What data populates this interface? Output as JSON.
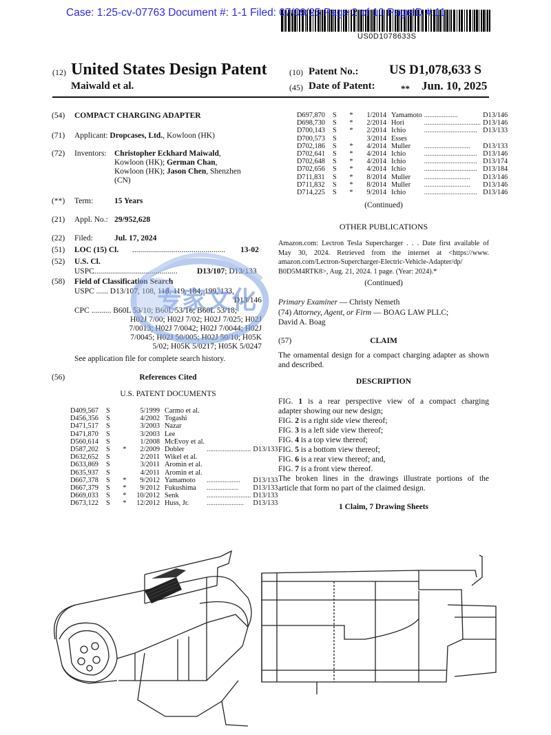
{
  "case_header": "Case: 1:25-cv-07763 Document #: 1-1 Filed: 07/09/25 Page 2 of 10 PageID #:11",
  "barcode_text": "US0D1078633S",
  "header": {
    "num12": "(12)",
    "title": "United States Design Patent",
    "inventors_short": "Maiwald et al.",
    "num10": "(10)",
    "patent_no_label": "Patent No.:",
    "patent_no": "US D1,078,633 S",
    "num45": "(45)",
    "date_label": "Date of Patent:",
    "date_stars": "**",
    "date": "Jun. 10, 2025"
  },
  "left": {
    "f54": {
      "code": "(54)",
      "text": "COMPACT CHARGING ADAPTER"
    },
    "f71": {
      "code": "(71)",
      "label": "Applicant:",
      "name": "Dropcases, Ltd.",
      "place": ", Kowloon (HK)"
    },
    "f72": {
      "code": "(72)",
      "label": "Inventors:",
      "l1a": "Christopher Eckhard Maiwald",
      "l1b": ",",
      "l2a": "Kowloon (HK); ",
      "l2b": "German Chan",
      "l2c": ",",
      "l3a": "Kowloon (HK); ",
      "l3b": "Jason Chen",
      "l3c": ", Shenzhen",
      "l4": "(CN)"
    },
    "fterm": {
      "code": "(**)",
      "label": "Term:",
      "value": "15 Years"
    },
    "f21": {
      "code": "(21)",
      "label": "Appl. No.:",
      "value": "29/952,628"
    },
    "f22": {
      "code": "(22)",
      "label": "Filed:",
      "value": "Jul. 17, 2024"
    },
    "f51": {
      "code": "(51)",
      "label": "LOC (15) Cl.",
      "dots": "...............................................",
      "value": "13-02"
    },
    "f52": {
      "code": "(52)",
      "label": "U.S. Cl.",
      "uspc": "USPC",
      "dots": "...........................................",
      "v1": "D13/107",
      "v2": "; D13/133"
    },
    "f58": {
      "code": "(58)",
      "label": "Field of Classification Search",
      "uspc_line1": "USPC ...... D13/107, 108, 118, 119, 184, 199, 133,",
      "uspc_line2": "D13/146",
      "cpc_lines": [
        "CPC .......... B60L 53/10; B60L 53/16; B60L 53/18;",
        "H02J 7/00; H02J 7/02; H02J 7/025; H02J",
        "7/0013; H02J 7/0042; H02J 7/0044; H02J",
        "7/0045; H02J 50/005; H02J 50/10; H05K",
        "5/02; H05K 5/0217; H05K 5/0247"
      ],
      "see": "See application file for complete search history."
    },
    "f56": {
      "code": "(56)",
      "label": "References Cited",
      "sub": "U.S. PATENT DOCUMENTS"
    },
    "refs": [
      {
        "num": "D409,567",
        "s": "S",
        "star": "",
        "date": "5/1999",
        "name": "Carmo et al.",
        "dots": "",
        "cls": ""
      },
      {
        "num": "D456,356",
        "s": "S",
        "star": "",
        "date": "4/2002",
        "name": "Togashi",
        "dots": "",
        "cls": ""
      },
      {
        "num": "D471,517",
        "s": "S",
        "star": "",
        "date": "3/2003",
        "name": "Nazar",
        "dots": "",
        "cls": ""
      },
      {
        "num": "D471,870",
        "s": "S",
        "star": "",
        "date": "3/2003",
        "name": "Lee",
        "dots": "",
        "cls": ""
      },
      {
        "num": "D560,614",
        "s": "S",
        "star": "",
        "date": "1/2008",
        "name": "McEvoy et al.",
        "dots": "",
        "cls": ""
      },
      {
        "num": "D587,202",
        "s": "S",
        "star": "*",
        "date": "2/2009",
        "name": "Dobler",
        "dots": ".........................",
        "cls": "D13/133"
      },
      {
        "num": "D632,652",
        "s": "S",
        "star": "",
        "date": "2/2011",
        "name": "Wikel et al.",
        "dots": "",
        "cls": ""
      },
      {
        "num": "D633,869",
        "s": "S",
        "star": "",
        "date": "3/2011",
        "name": "Aromin et al.",
        "dots": "",
        "cls": ""
      },
      {
        "num": "D635,937",
        "s": "S",
        "star": "",
        "date": "4/2011",
        "name": "Aromin et al.",
        "dots": "",
        "cls": ""
      },
      {
        "num": "D667,378",
        "s": "S",
        "star": "*",
        "date": "9/2012",
        "name": "Yamamoto",
        "dots": "...................",
        "cls": "D13/133"
      },
      {
        "num": "D667,379",
        "s": "S",
        "star": "*",
        "date": "9/2012",
        "name": "Fukushima",
        "dots": "..................",
        "cls": "D13/133"
      },
      {
        "num": "D669,033",
        "s": "S",
        "star": "*",
        "date": "10/2012",
        "name": "Senk",
        "dots": ".........................",
        "cls": "D13/133"
      },
      {
        "num": "D673,122",
        "s": "S",
        "star": "*",
        "date": "12/2012",
        "name": "Huss, Jr.",
        "dots": ".....................",
        "cls": "D13/133"
      }
    ]
  },
  "right": {
    "refs": [
      {
        "num": "D697,870",
        "s": "S",
        "star": "*",
        "date": "1/2014",
        "name": "Yamamoto",
        "dots": "...................",
        "cls": "D13/146"
      },
      {
        "num": "D698,730",
        "s": "S",
        "star": "*",
        "date": "2/2014",
        "name": "Hori",
        "dots": "................................",
        "cls": "D13/146"
      },
      {
        "num": "D700,143",
        "s": "S",
        "star": "*",
        "date": "2/2014",
        "name": "Ichio",
        "dots": "..............................",
        "cls": "D13/133"
      },
      {
        "num": "D700,573",
        "s": "S",
        "star": "",
        "date": "3/2014",
        "name": "Esses",
        "dots": "",
        "cls": ""
      },
      {
        "num": "D702,186",
        "s": "S",
        "star": "*",
        "date": "4/2014",
        "name": "Muller",
        "dots": "..........................",
        "cls": "D13/133"
      },
      {
        "num": "D702,641",
        "s": "S",
        "star": "*",
        "date": "4/2014",
        "name": "Ichio",
        "dots": "..............................",
        "cls": "D13/146"
      },
      {
        "num": "D702,648",
        "s": "S",
        "star": "*",
        "date": "4/2014",
        "name": "Ichio",
        "dots": "..............................",
        "cls": "D13/174"
      },
      {
        "num": "D702,656",
        "s": "S",
        "star": "*",
        "date": "4/2014",
        "name": "Ichio",
        "dots": "..............................",
        "cls": "D13/184"
      },
      {
        "num": "D711,831",
        "s": "S",
        "star": "*",
        "date": "8/2014",
        "name": "Muller",
        "dots": "..........................",
        "cls": "D13/146"
      },
      {
        "num": "D711,832",
        "s": "S",
        "star": "*",
        "date": "8/2014",
        "name": "Muller",
        "dots": "..........................",
        "cls": "D13/146"
      },
      {
        "num": "D714,225",
        "s": "S",
        "star": "*",
        "date": "9/2014",
        "name": "Ichio",
        "dots": "..............................",
        "cls": "D13/146"
      }
    ],
    "continued1": "(Continued)",
    "other_pubs_title": "OTHER PUBLICATIONS",
    "other_pubs_lines": [
      "Amazon.com: Lectron Tesla Supercharger . . . Date first available of",
      "May 30, 2024. Retrieved from the internet at <https://www.",
      "amazon.com/Lectron-Supercharger-Electric-Vehicle-Adapter/dp/",
      "B0D5M4RTK8>, Aug. 21, 2024. 1 page. (Year: 2024).*"
    ],
    "continued2": "(Continued)",
    "examiner_label": "Primary Examiner",
    "examiner": " — Christy Nemeth",
    "attorney_code": "(74) ",
    "attorney_label": "Attorney, Agent, or Firm",
    "attorney": " — BOAG LAW PLLC;",
    "attorney2": "David A. Boag",
    "claim_code": "(57)",
    "claim_title": "CLAIM",
    "claim_text": "The ornamental design for a compact charging adapter as shown and described.",
    "desc_title": "DESCRIPTION",
    "desc_lines": [
      {
        "a": "FIG. ",
        "n": "1",
        "b": " is a rear perspective view of a compact charging"
      },
      {
        "a": "adapter showing our new design;",
        "n": "",
        "b": ""
      },
      {
        "a": "FIG. ",
        "n": "2",
        "b": " is a right side view thereof;"
      },
      {
        "a": "FIG. ",
        "n": "3",
        "b": " is a left side view thereof;"
      },
      {
        "a": "FIG. ",
        "n": "4",
        "b": " is a top view thereof;"
      },
      {
        "a": "FIG. ",
        "n": "5",
        "b": " is a bottom view thereof;"
      },
      {
        "a": "FIG. ",
        "n": "6",
        "b": " is a rear view thereof; and,"
      },
      {
        "a": "FIG. ",
        "n": "7",
        "b": " is a front view thereof."
      },
      {
        "a": "The broken lines in the drawings illustrate portions of the",
        "n": "",
        "b": ""
      },
      {
        "a": "article that form no part of the claimed design.",
        "n": "",
        "b": ""
      }
    ],
    "sheets": "1 Claim, 7 Drawing Sheets"
  },
  "watermark_text": "专家文化"
}
